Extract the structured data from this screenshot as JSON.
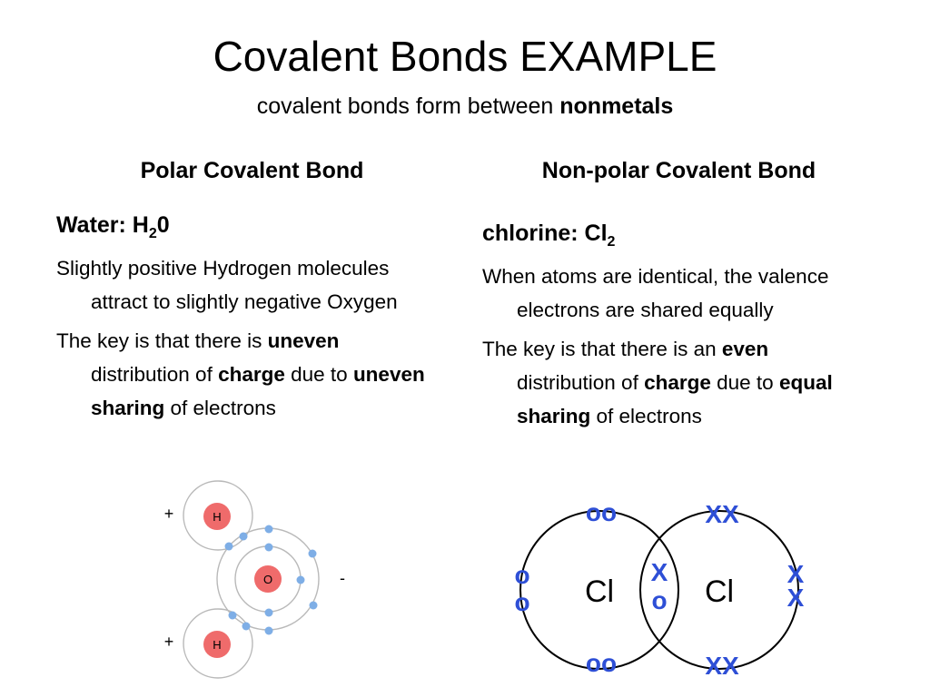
{
  "title": "Covalent Bonds EXAMPLE",
  "subtitle": {
    "text": "covalent bonds form between ",
    "bold": "nonmetals"
  },
  "left": {
    "heading": "Polar Covalent Bond",
    "example": {
      "label": "Water:  H",
      "sub": "2",
      "suffix": "0"
    },
    "para1": "Slightly positive Hydrogen molecules attract to slightly negative Oxygen",
    "para2": {
      "t1": "The key is that there is ",
      "b1": "uneven",
      "t2": " distribution of ",
      "b2": "charge",
      "t3": " due to ",
      "b3": "uneven sharing",
      "t4": " of electrons"
    },
    "diagram": {
      "hydrogen_label": "H",
      "oxygen_label": "O",
      "plus": "+",
      "minus": "-"
    }
  },
  "right": {
    "heading": "Non-polar Covalent Bond",
    "example": {
      "label": "chlorine: Cl",
      "sub": "2"
    },
    "para1": "When atoms are identical, the valence electrons are shared equally",
    "para2": {
      "t1": "The key is that there is an ",
      "b1": "even",
      "t2": " distribution of ",
      "b2": "charge",
      "t3": " due to ",
      "b3": "equal sharing",
      "t4": " of electrons"
    },
    "diagram": {
      "atom_label": "Cl",
      "o_pair": "oo",
      "x_pair": "XX",
      "o": "o",
      "x": "X"
    }
  },
  "colors": {
    "electron": "#7eaee6",
    "nucleus": "#ef6b6b",
    "cl_electron": "#2e4fd6"
  }
}
